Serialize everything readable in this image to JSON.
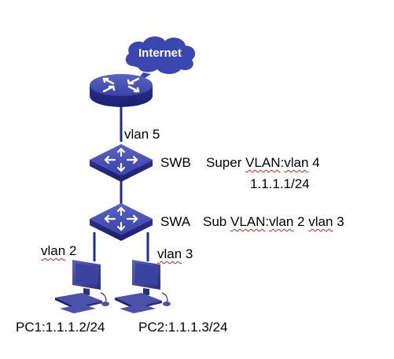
{
  "cloud": {
    "label": "Internet"
  },
  "links": {
    "router_swb": "vlan 5"
  },
  "devices": {
    "swb": {
      "label": "SWB"
    },
    "swa": {
      "label": "SWA"
    }
  },
  "notes": {
    "swb_prefix": "Super ",
    "swb_vlan_word": "VLAN",
    "swb_colon": ":",
    "swb_vlan_id": "vlan",
    "swb_suffix": " 4",
    "swb_ip": "1.1.1.1/24",
    "swa_prefix": "Sub ",
    "swa_vlan_word": "VLAN",
    "swa_colon": ":",
    "swa_vlan_a": "vlan",
    "swa_mid": " 2 ",
    "swa_vlan_b": "vlan",
    "swa_suffix": " 3"
  },
  "pcs": {
    "pc1": {
      "vlan_word": "vlan",
      "vlan_num": " 2",
      "label": "PC1:1.1.1.2/24"
    },
    "pc2": {
      "vlan_word": "vlan",
      "vlan_num": " 3",
      "label": "PC2:1.1.1.3/24"
    }
  },
  "colors": {
    "device_blue": "#2b2f8c",
    "device_top": "#4a54b8",
    "link_blue": "#1f2a9e",
    "cloud": "#3b47b0"
  }
}
